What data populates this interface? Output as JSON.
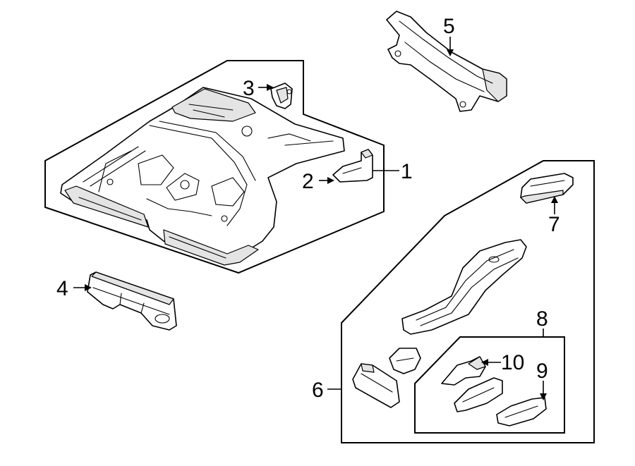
{
  "callouts": {
    "c1": "1",
    "c2": "2",
    "c3": "3",
    "c4": "4",
    "c5": "5",
    "c6": "6",
    "c7": "7",
    "c8": "8",
    "c9": "9",
    "c10": "10"
  },
  "parts": [
    {
      "ref": "1",
      "icon": "floor-pan-assembly-icon"
    },
    {
      "ref": "2",
      "icon": "small-bracket-icon"
    },
    {
      "ref": "3",
      "icon": "mount-bracket-icon"
    },
    {
      "ref": "4",
      "icon": "crossmember-bracket-icon"
    },
    {
      "ref": "5",
      "icon": "rear-crossmember-icon"
    },
    {
      "ref": "6",
      "icon": "rail-assembly-icon"
    },
    {
      "ref": "7",
      "icon": "extension-icon"
    },
    {
      "ref": "8",
      "icon": "rail-sub-assembly-icon"
    },
    {
      "ref": "9",
      "icon": "end-cap-icon"
    },
    {
      "ref": "10",
      "icon": "gusset-icon"
    }
  ]
}
